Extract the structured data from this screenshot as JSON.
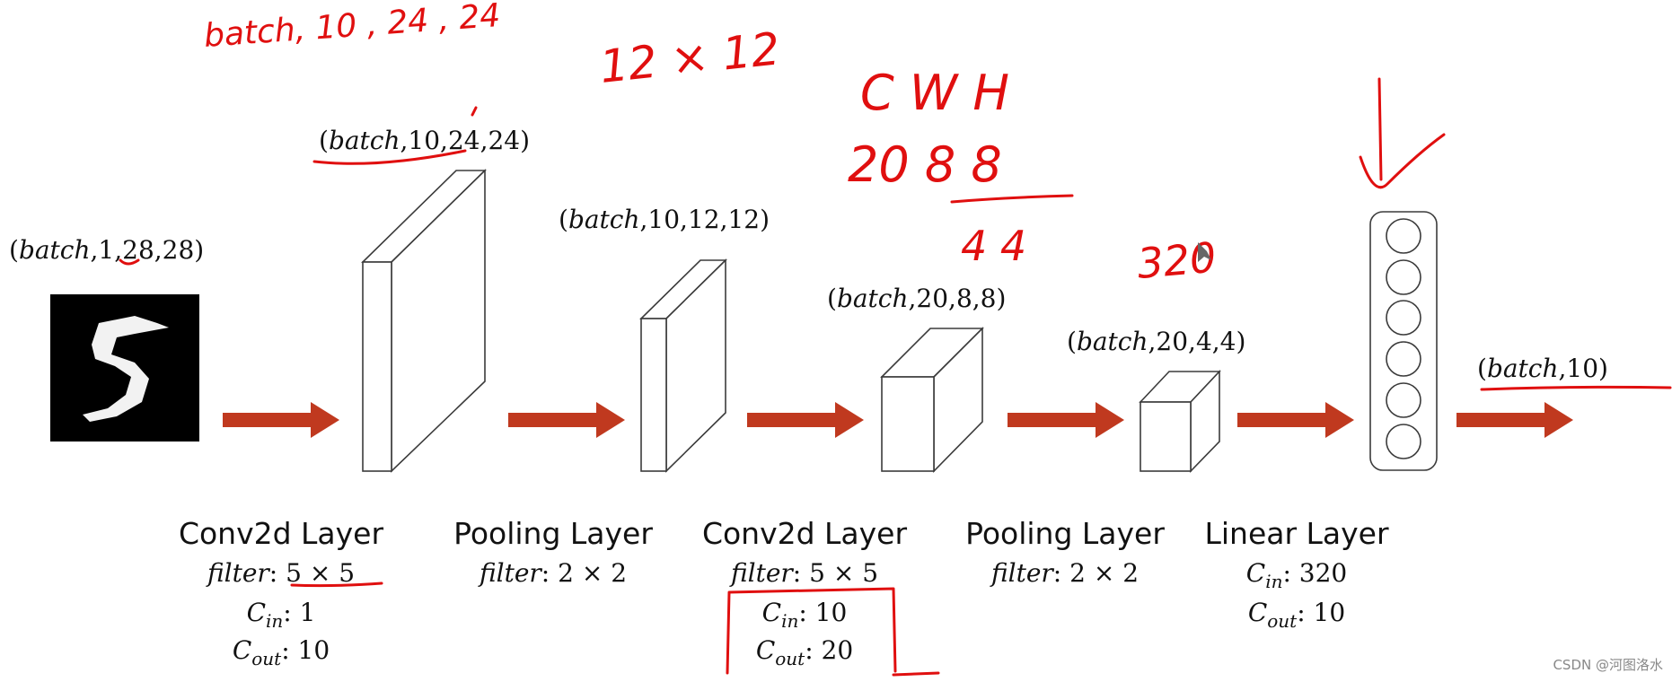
{
  "input": {
    "dims": [
      "batch",
      ",1,28,28)"
    ],
    "digit_image": "handwritten-digit-5"
  },
  "feature_maps": [
    {
      "id": "conv1",
      "dims": [
        "batch",
        ",10,24,24)"
      ]
    },
    {
      "id": "pool1",
      "dims": [
        "batch",
        ",10,12,12)"
      ]
    },
    {
      "id": "conv2",
      "dims": [
        "batch",
        ",20,8,8)"
      ]
    },
    {
      "id": "pool2",
      "dims": [
        "batch",
        ",20,4,4)"
      ]
    },
    {
      "id": "output",
      "dims": [
        "batch",
        ",10)"
      ]
    }
  ],
  "layers": [
    {
      "name": "Conv2d Layer",
      "params": [
        [
          "filter",
          ": 5 × 5"
        ],
        [
          "C",
          "in",
          ": 1"
        ],
        [
          "C",
          "out",
          ": 10"
        ]
      ]
    },
    {
      "name": "Pooling Layer",
      "params": [
        [
          "filter",
          ": 2 × 2"
        ]
      ]
    },
    {
      "name": "Conv2d Layer",
      "params": [
        [
          "filter",
          ": 5 × 5"
        ],
        [
          "C",
          "in",
          ": 10"
        ],
        [
          "C",
          "out",
          ": 20"
        ]
      ]
    },
    {
      "name": "Pooling Layer",
      "params": [
        [
          "filter",
          ": 2 × 2"
        ]
      ]
    },
    {
      "name": "Linear Layer",
      "params": [
        [
          "C",
          "in",
          ": 320"
        ],
        [
          "C",
          "out",
          ": 10"
        ]
      ]
    }
  ],
  "annotations": {
    "top_note": "batch, 10 , 24 , 24",
    "pool_note": "12 × 12",
    "cwh_header": "C   W  H",
    "cwh_values": "20   8  8",
    "cwh_sub": "4 4",
    "flat_note": "320"
  },
  "watermark": "CSDN @河图洛水",
  "colors": {
    "arrow": "#c0391f",
    "ink": "#e00f0f"
  }
}
